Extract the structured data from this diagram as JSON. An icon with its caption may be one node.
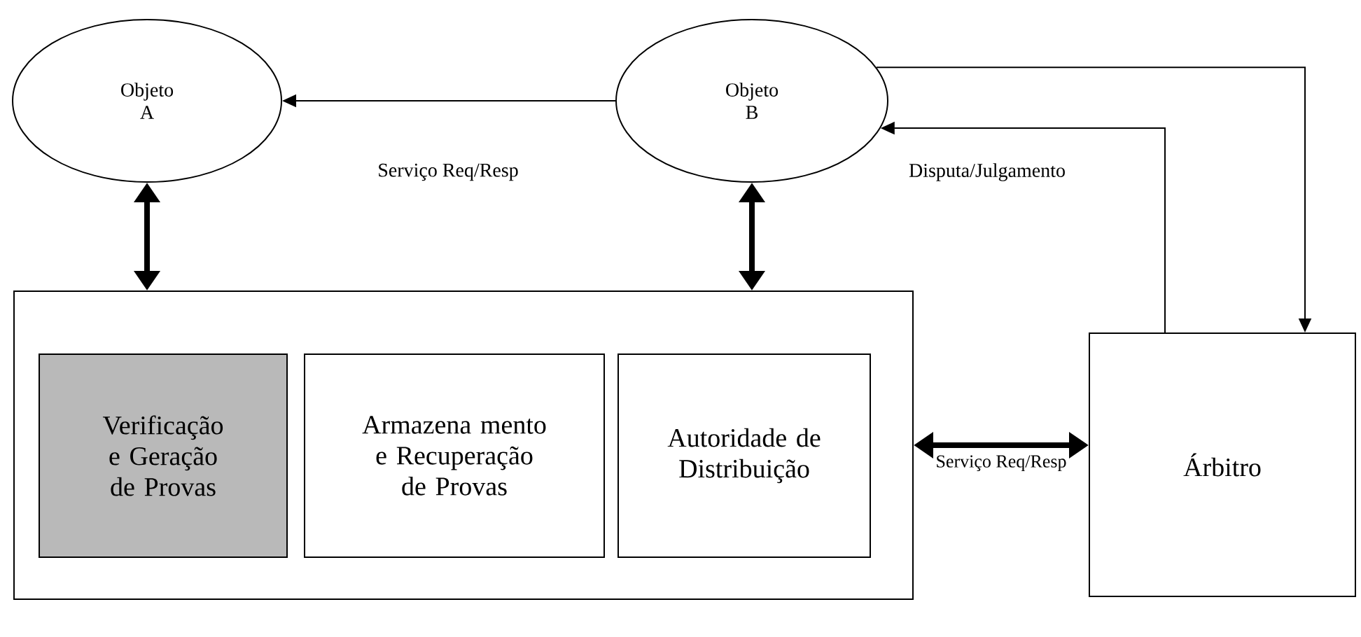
{
  "diagram": {
    "nodes": [
      {
        "text": [
          "Objeto A"
        ]
      },
      {
        "text": [
          "Objeto B"
        ]
      },
      {
        "text": [],
        "shape": "box"
      },
      {
        "text": [
          "Verificação e Geração de Provas"
        ],
        "in": 2
      },
      {
        "text": [
          "Armazena mento e Recuperação de Provas"
        ],
        "in": 2
      },
      {
        "text": [
          "Autoridade de Distribuição"
        ],
        "in": 2
      },
      {
        "text": [
          "Árbitro"
        ]
      }
    ],
    "edges": [
      {
        "from": 1,
        "to": 0,
        "arrow": "to"
      },
      {
        "from": 0,
        "to": 2,
        "arrow": "both",
        "style": "thick"
      },
      {
        "from": 1,
        "to": 2,
        "arrow": "both",
        "style": "thick"
      },
      {
        "from": 1,
        "to": 6,
        "arrow": "to"
      },
      {
        "from": 6,
        "to": 1,
        "arrow": "to"
      },
      {
        "from": 2,
        "to": 6,
        "arrow": "both",
        "style": "thick",
        "label": "Serviço Req/Resp"
      }
    ],
    "labels": [
      "Serviço Req/Resp",
      "Disputa/Julgamento"
    ]
  }
}
